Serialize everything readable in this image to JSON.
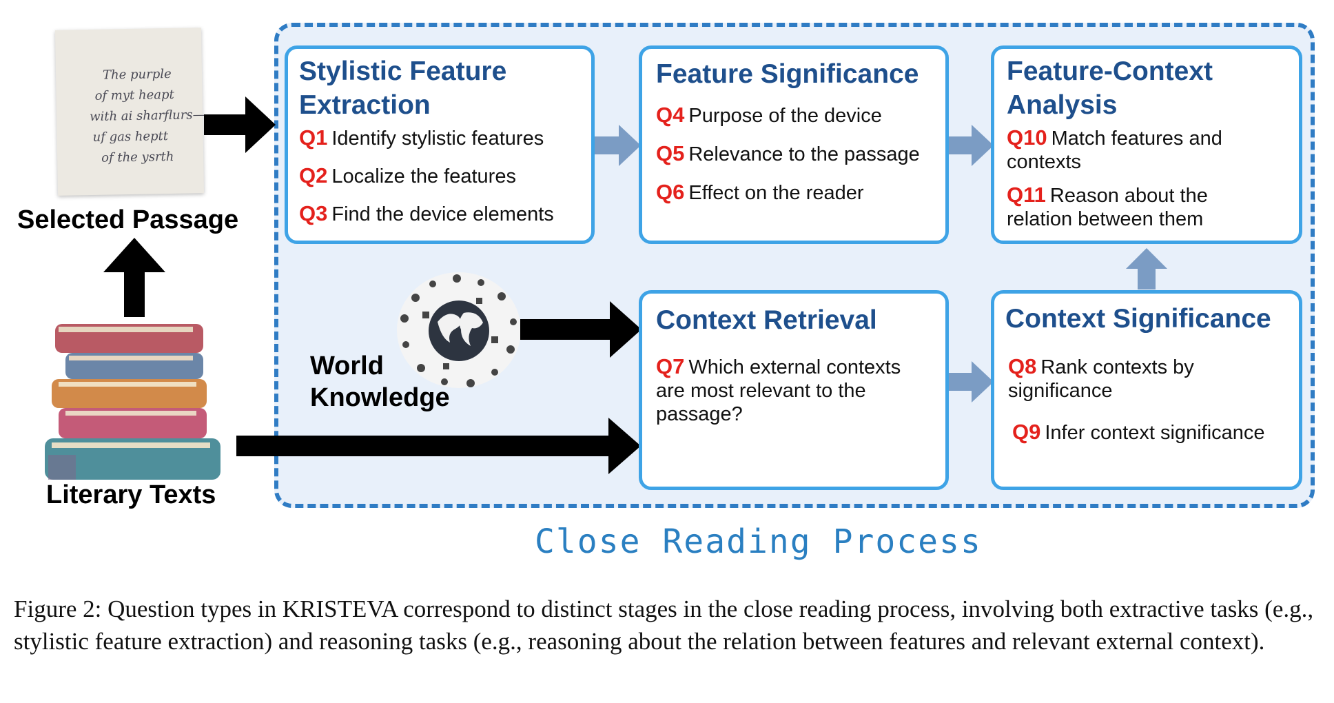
{
  "left": {
    "selected_passage_label": "Selected Passage",
    "literary_texts_label": "Literary Texts",
    "world_knowledge_label_line1": "World",
    "world_knowledge_label_line2": "Knowledge",
    "handwriting": [
      "The purple",
      "of myt heapt",
      "with ai sharflurs—",
      "uf gas heptt",
      "of the ysrth"
    ]
  },
  "stages": {
    "stylistic": {
      "title_line1": "Stylistic Feature",
      "title_line2": "Extraction",
      "questions": [
        {
          "id": "Q1",
          "text": "Identify stylistic features"
        },
        {
          "id": "Q2",
          "text": "Localize the features"
        },
        {
          "id": "Q3",
          "text": "Find the device elements"
        }
      ]
    },
    "feature_significance": {
      "title": "Feature Significance",
      "questions": [
        {
          "id": "Q4",
          "text": "Purpose of the device"
        },
        {
          "id": "Q5",
          "text": "Relevance to the passage"
        },
        {
          "id": "Q6",
          "text": "Effect on the reader"
        }
      ]
    },
    "feature_context": {
      "title_line1": "Feature-Context",
      "title_line2": "Analysis",
      "questions": [
        {
          "id": "Q10",
          "text_line1": "Match features and",
          "text_line2": "contexts"
        },
        {
          "id": "Q11",
          "text_line1": "Reason about the",
          "text_line2": "relation between them"
        }
      ]
    },
    "context_retrieval": {
      "title": "Context Retrieval",
      "questions": [
        {
          "id": "Q7",
          "text_line1": "Which external contexts",
          "text_line2": "are most relevant to the",
          "text_line3": "passage?"
        }
      ]
    },
    "context_significance": {
      "title": "Context Significance",
      "questions": [
        {
          "id": "Q8",
          "text_line1": "Rank contexts by",
          "text_line2": "significance"
        },
        {
          "id": "Q9",
          "text": "Infer context significance"
        }
      ]
    }
  },
  "process_label": "Close Reading Process",
  "caption": "Figure 2: Question types in KRISTEVA correspond to distinct stages in the close reading process, involving both extractive tasks (e.g., stylistic feature extraction) and reasoning tasks (e.g., reasoning about the relation between features and relevant external context).",
  "colors": {
    "frame_border": "#2f7cc4",
    "frame_fill": "#e8f0fa",
    "box_border": "#3ea3e6",
    "title": "#1e4f8c",
    "question_id": "#e4211c",
    "flow_arrow": "#7b9cc4"
  },
  "icons": [
    "books-icon",
    "globe-icon",
    "passage-paper-icon"
  ]
}
